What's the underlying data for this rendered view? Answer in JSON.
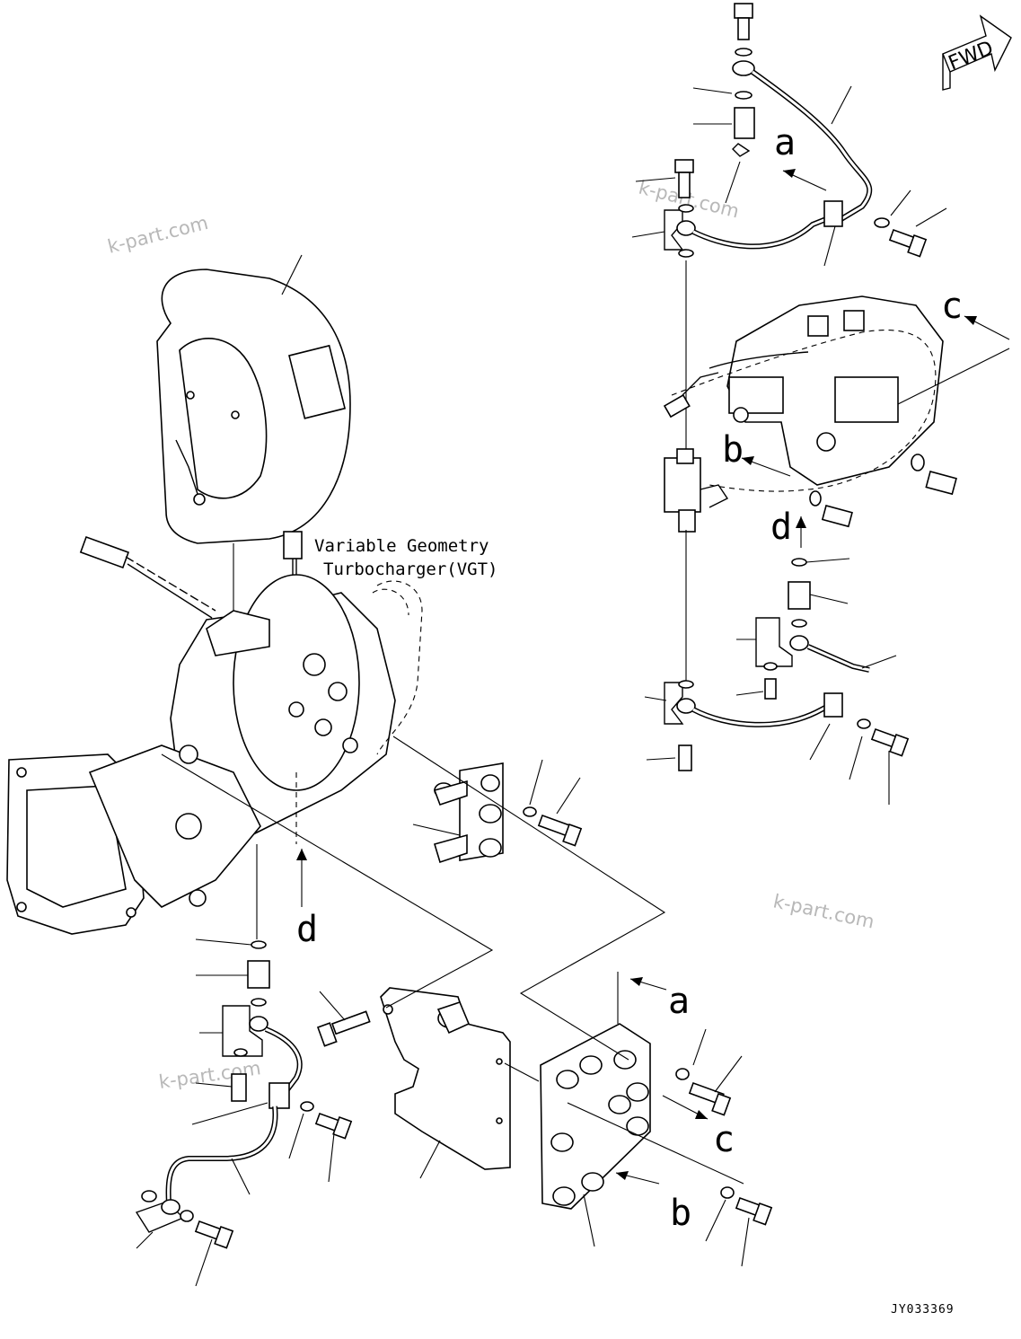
{
  "labels": {
    "vgt_line1": "Variable Geometry",
    "vgt_line2": "Turbocharger(VGT)",
    "fwd": "FWD",
    "drawing_code": "JY033369"
  },
  "view_letters": {
    "a": "a",
    "b": "b",
    "c": "c",
    "d": "d"
  },
  "watermark": "k-part.com"
}
